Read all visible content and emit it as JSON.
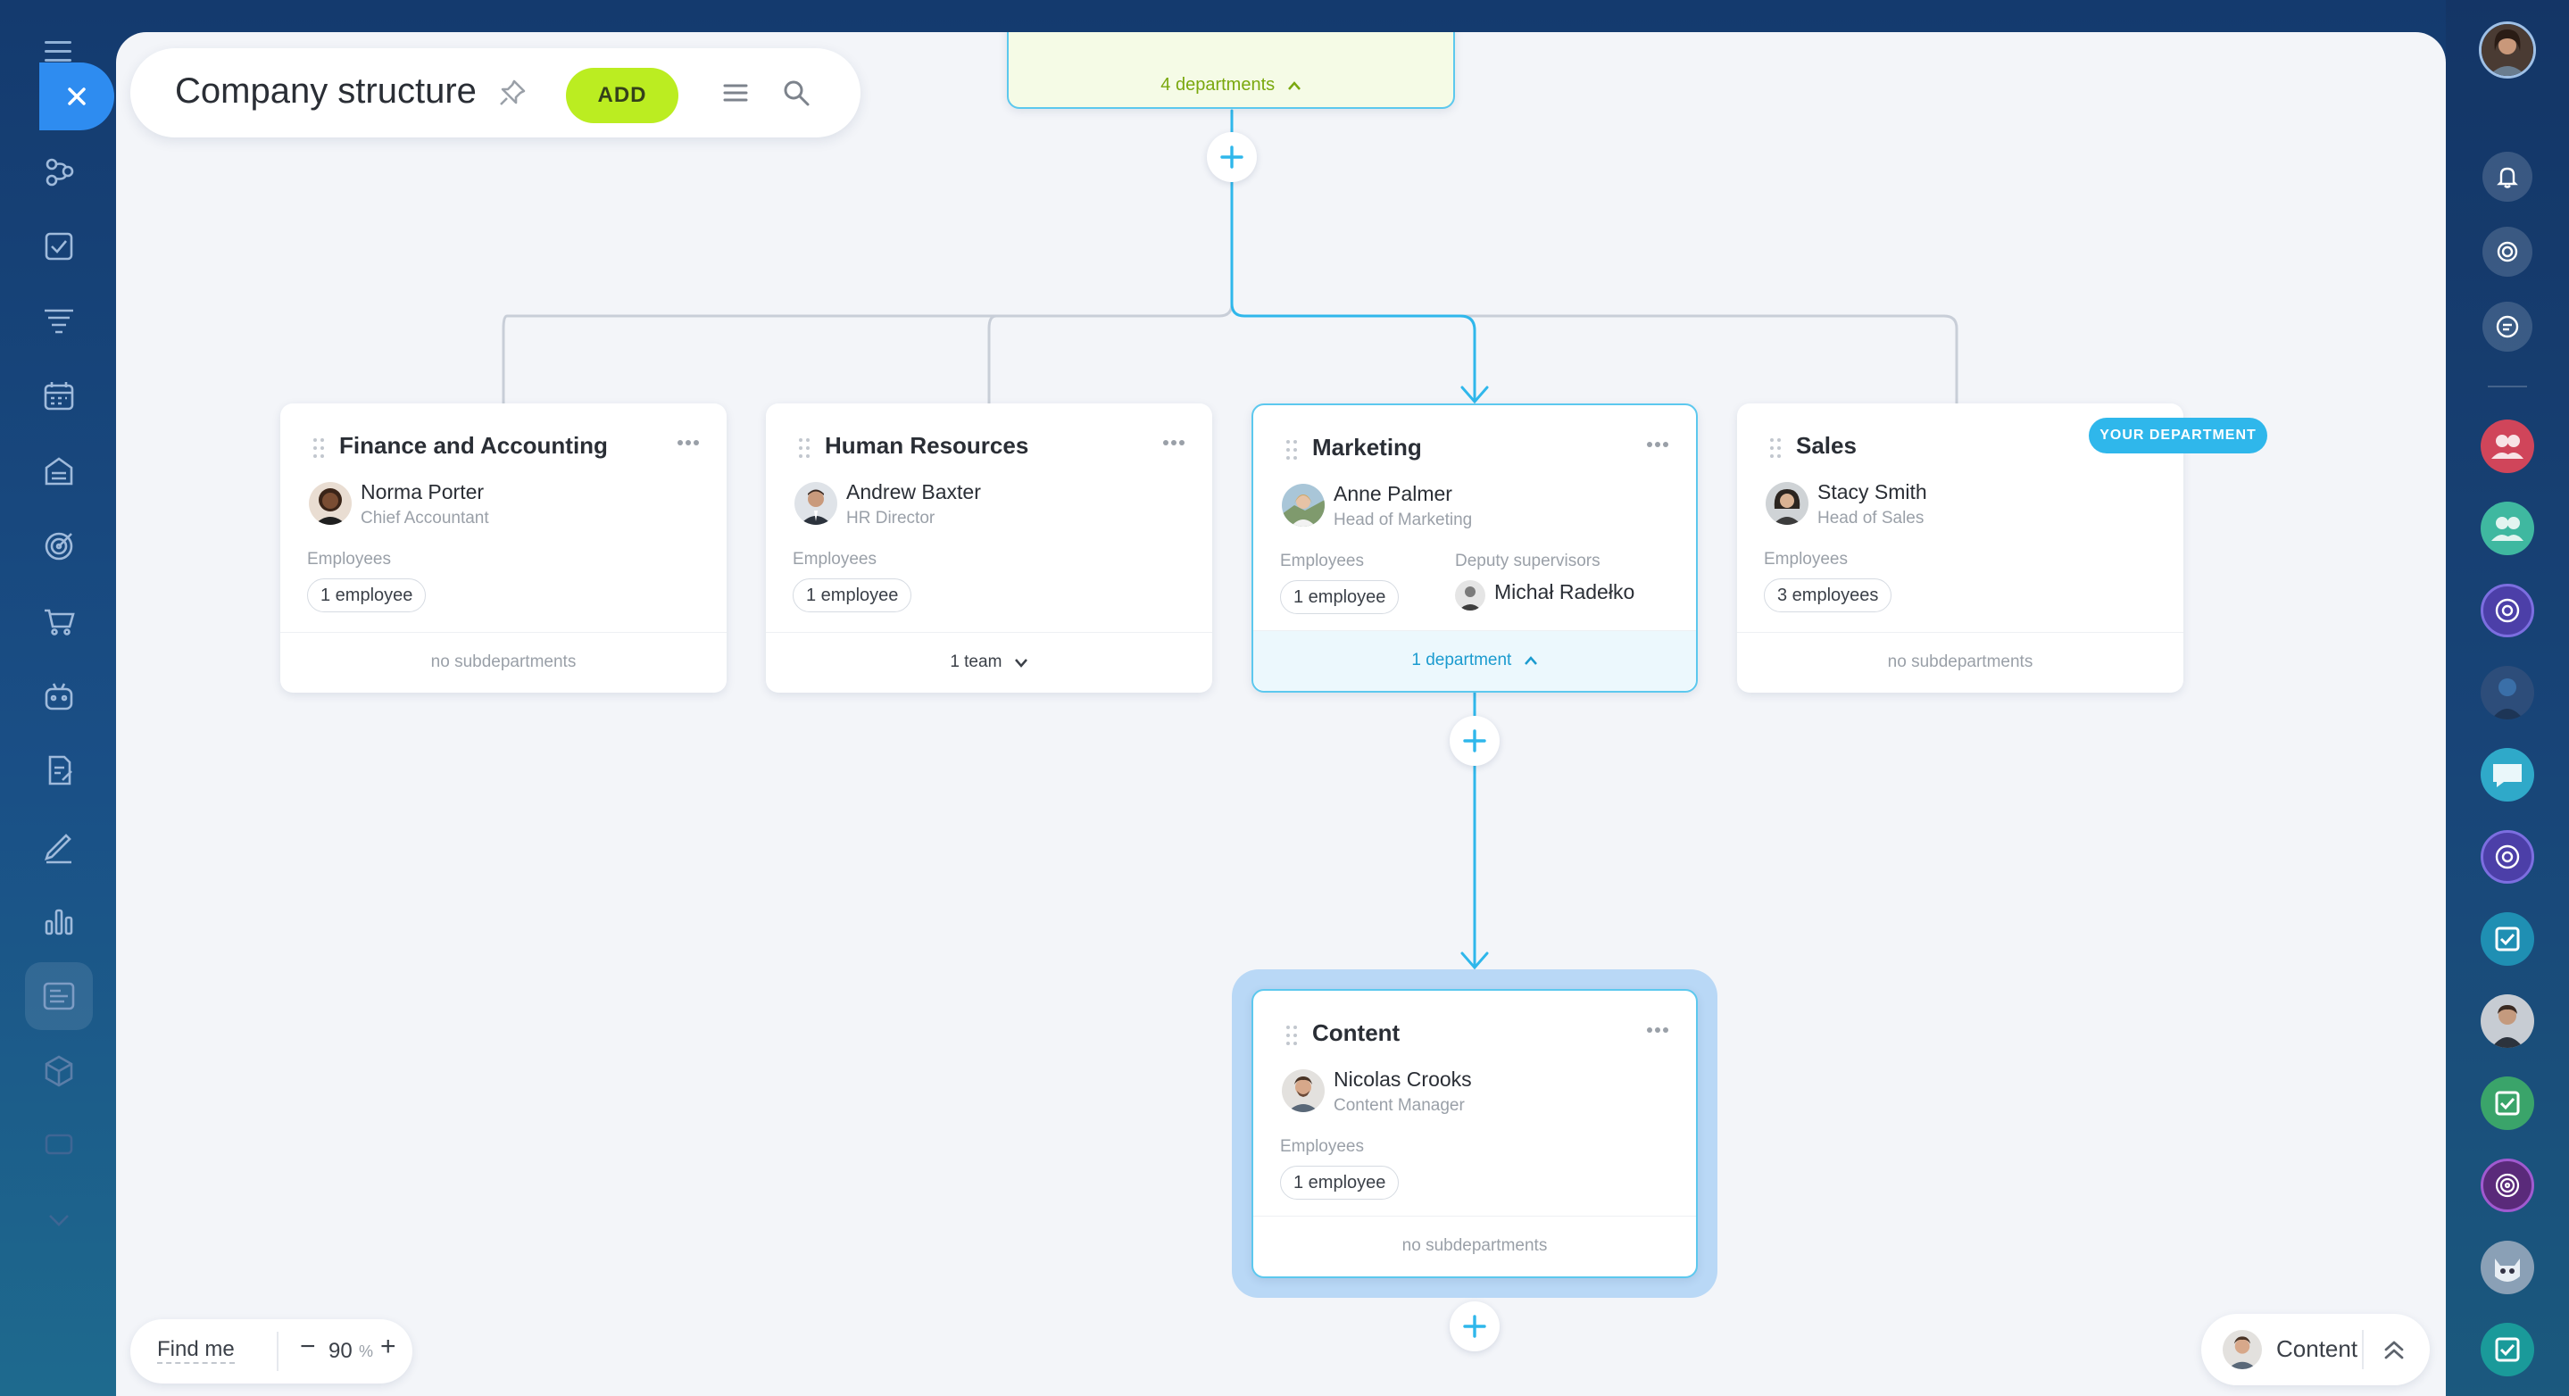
{
  "toolbar": {
    "title": "Company structure",
    "add_label": "ADD"
  },
  "top_card": {
    "footer": "4 departments"
  },
  "departments": [
    {
      "name": "Finance and Accounting",
      "head_name": "Norma Porter",
      "head_role": "Chief Accountant",
      "employees_label": "Employees",
      "employees_count": "1 employee",
      "footer": "no subdepartments"
    },
    {
      "name": "Human Resources",
      "head_name": "Andrew Baxter",
      "head_role": "HR Director",
      "employees_label": "Employees",
      "employees_count": "1 employee",
      "footer": "1 team"
    },
    {
      "name": "Marketing",
      "head_name": "Anne Palmer",
      "head_role": "Head of Marketing",
      "employees_label": "Employees",
      "employees_count": "1 employee",
      "deputy_label": "Deputy supervisors",
      "deputy_name": "Michał Radełko",
      "footer": "1 department"
    },
    {
      "name": "Sales",
      "badge": "YOUR DEPARTMENT",
      "head_name": "Stacy Smith",
      "head_role": "Head of Sales",
      "employees_label": "Employees",
      "employees_count": "3 employees",
      "footer": "no subdepartments"
    }
  ],
  "subdepartment": {
    "name": "Content",
    "head_name": "Nicolas Crooks",
    "head_role": "Content Manager",
    "employees_label": "Employees",
    "employees_count": "1 employee",
    "footer": "no subdepartments"
  },
  "zoom": {
    "find_me": "Find me",
    "value": "90",
    "unit": "%",
    "minus": "−",
    "plus": "+"
  },
  "current": {
    "label": "Content"
  },
  "colors": {
    "accent": "#2fb7eb",
    "add_button": "#bbed21",
    "connector": "#2fb7eb",
    "connector_muted": "#c8ced8"
  }
}
